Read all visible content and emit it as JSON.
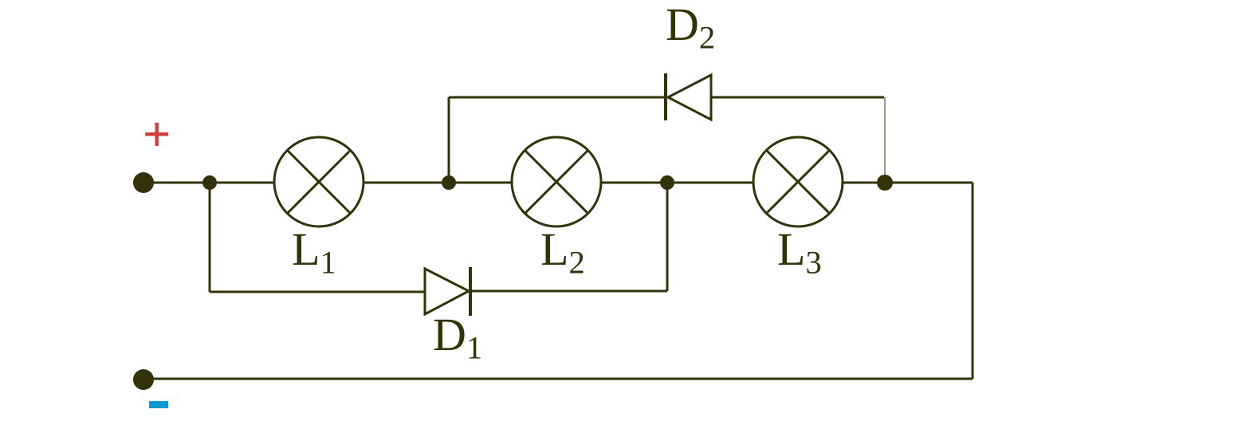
{
  "diagram": {
    "type": "electrical-circuit-schematic",
    "terminals": {
      "positive_symbol": "+",
      "negative_symbol": "-"
    },
    "labels": {
      "lamp1": {
        "base": "L",
        "sub": "1"
      },
      "lamp2": {
        "base": "L",
        "sub": "2"
      },
      "lamp3": {
        "base": "L",
        "sub": "3"
      },
      "diode1": {
        "base": "D",
        "sub": "1"
      },
      "diode2": {
        "base": "D",
        "sub": "2"
      }
    },
    "components": {
      "lamps": [
        "L1",
        "L2",
        "L3"
      ],
      "diodes": [
        "D1",
        "D2"
      ],
      "diode1_direction": "conducts left-to-right, bypasses L1 and L2",
      "diode2_direction": "conducts right-to-left, bypasses L2 and L3"
    },
    "colors": {
      "ink": "#32320b",
      "light_wire": "#9a9a85",
      "positive_red": "#d03c3c",
      "negative_cyan": "#0999d0",
      "background": "#ffffff"
    }
  }
}
